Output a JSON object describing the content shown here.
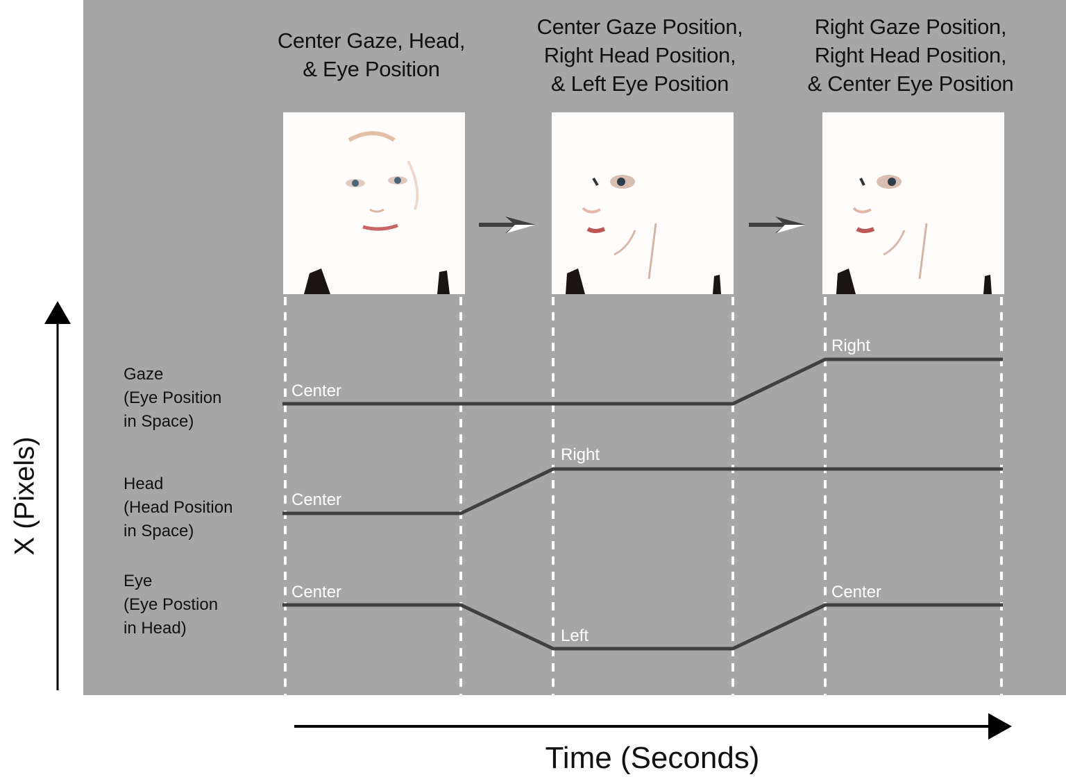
{
  "panels": [
    {
      "title_lines": [
        "Center Gaze, Head,",
        "& Eye Position"
      ],
      "photo": "face-center-gaze-center-head"
    },
    {
      "title_lines": [
        "Center Gaze Position,",
        "Right Head Position,",
        "& Left Eye Position"
      ],
      "photo": "face-head-turned-right-eyes-left"
    },
    {
      "title_lines": [
        "Right Gaze Position,",
        "Right Head Position,",
        "& Center Eye Position"
      ],
      "photo": "face-head-right-eyes-center"
    }
  ],
  "arrows": [
    "arrow-right-icon",
    "arrow-right-icon"
  ],
  "rows": [
    {
      "name": "gaze",
      "label_lines": [
        "Gaze",
        "(Eye Position",
        "in Space)"
      ],
      "states": [
        "Center",
        "Right"
      ]
    },
    {
      "name": "head",
      "label_lines": [
        "Head",
        "(Head Position",
        "in Space)"
      ],
      "states": [
        "Center",
        "Right"
      ]
    },
    {
      "name": "eye",
      "label_lines": [
        "Eye",
        "(Eye Postion",
        "in Head)"
      ],
      "states": [
        "Center",
        "Left",
        "Center"
      ]
    }
  ],
  "axes": {
    "y_label": "X (Pixels)",
    "x_label": "Time (Seconds)"
  },
  "colors": {
    "panel_bg": "#a6a6a6",
    "trace": "#404040",
    "dash": "#ffffff",
    "text": "#111111",
    "state_text": "#ffffff"
  }
}
